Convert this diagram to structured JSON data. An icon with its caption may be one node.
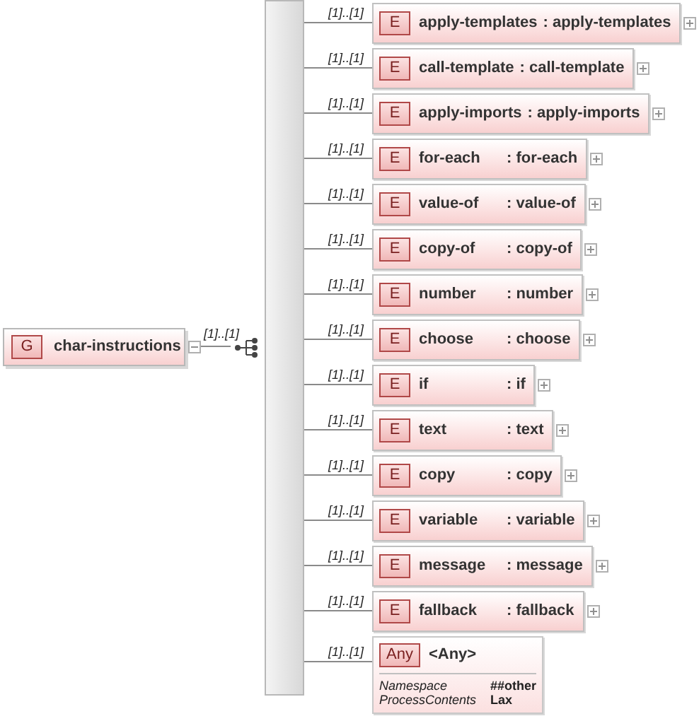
{
  "diagram": {
    "nodes": [
      {
        "text": [
          "G",
          "char-instructions"
        ]
      },
      {
        "text": [],
        "shape": "bar"
      },
      {
        "text": [
          "E",
          "apply-templates",
          ": apply-templates"
        ]
      },
      {
        "text": [
          "E",
          "call-template",
          ": call-template"
        ]
      },
      {
        "text": [
          "E",
          "apply-imports",
          ": apply-imports"
        ]
      },
      {
        "text": [
          "E",
          "for-each",
          ": for-each"
        ]
      },
      {
        "text": [
          "E",
          "value-of",
          ": value-of"
        ]
      },
      {
        "text": [
          "E",
          "copy-of",
          ": copy-of"
        ]
      },
      {
        "text": [
          "E",
          "number",
          ": number"
        ]
      },
      {
        "text": [
          "E",
          "choose",
          ": choose"
        ]
      },
      {
        "text": [
          "E",
          "if",
          ": if"
        ]
      },
      {
        "text": [
          "E",
          "text",
          ": text"
        ]
      },
      {
        "text": [
          "E",
          "copy",
          ": copy"
        ]
      },
      {
        "text": [
          "E",
          "variable",
          ": variable"
        ]
      },
      {
        "text": [
          "E",
          "message",
          ": message"
        ]
      },
      {
        "text": [
          "E",
          "fallback",
          ": fallback"
        ]
      },
      {
        "text": [
          "Any",
          "<Any>",
          "Namespace",
          "##other",
          "ProcessContents",
          "Lax"
        ]
      }
    ],
    "edges": [
      {
        "from": 0,
        "to": 1,
        "arrow": "none",
        "label": "[1]..[1]"
      },
      {
        "from": 1,
        "to": 2,
        "arrow": "none",
        "label": "[1]..[1]"
      },
      {
        "from": 1,
        "to": 3,
        "arrow": "none",
        "label": "[1]..[1]"
      },
      {
        "from": 1,
        "to": 4,
        "arrow": "none",
        "label": "[1]..[1]"
      },
      {
        "from": 1,
        "to": 5,
        "arrow": "none",
        "label": "[1]..[1]"
      },
      {
        "from": 1,
        "to": 6,
        "arrow": "none",
        "label": "[1]..[1]"
      },
      {
        "from": 1,
        "to": 7,
        "arrow": "none",
        "label": "[1]..[1]"
      },
      {
        "from": 1,
        "to": 8,
        "arrow": "none",
        "label": "[1]..[1]"
      },
      {
        "from": 1,
        "to": 9,
        "arrow": "none",
        "label": "[1]..[1]"
      },
      {
        "from": 1,
        "to": 10,
        "arrow": "none",
        "label": "[1]..[1]"
      },
      {
        "from": 1,
        "to": 11,
        "arrow": "none",
        "label": "[1]..[1]"
      },
      {
        "from": 1,
        "to": 12,
        "arrow": "none",
        "label": "[1]..[1]"
      },
      {
        "from": 1,
        "to": 13,
        "arrow": "none",
        "label": "[1]..[1]"
      },
      {
        "from": 1,
        "to": 14,
        "arrow": "none",
        "label": "[1]..[1]"
      },
      {
        "from": 1,
        "to": 15,
        "arrow": "none",
        "label": "[1]..[1]"
      },
      {
        "from": 1,
        "to": 16,
        "arrow": "none",
        "label": "[1]..[1]"
      }
    ]
  }
}
